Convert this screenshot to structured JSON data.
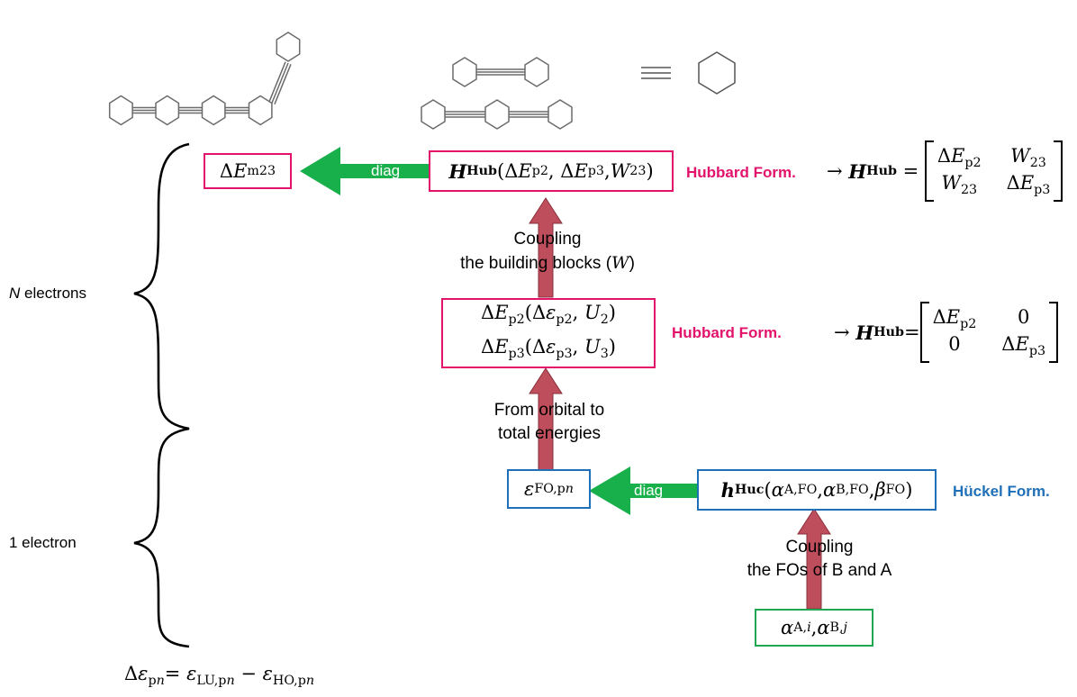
{
  "colors": {
    "pink": "#e3126b",
    "blue": "#1f70b8",
    "green": "#21a651",
    "arrow_green": "#18b04a",
    "arrow_red": "#bf4e5c"
  },
  "labels": {
    "n_electrons_prefix": "N",
    "n_electrons_text": " electrons",
    "one_electron": "1 electron",
    "diag_top": "diag",
    "diag_bottom": "diag",
    "coupling_blocks_line1": "Coupling",
    "coupling_blocks_line2": "the building blocks (",
    "coupling_blocks_var": "W",
    "coupling_blocks_close": ")",
    "orbital_line1": "From orbital to",
    "orbital_line2": "total energies",
    "coupling_fos_line1": "Coupling",
    "coupling_fos_line2": "the FOs of B and A",
    "hubbard_form_top": "Hubbard Form.",
    "hubbard_form_mid": "Hubbard Form.",
    "huckel_form": "Hückel Form."
  },
  "matrices": {
    "top": [
      "ΔEp2",
      "W23",
      "W23",
      "ΔEp3"
    ],
    "middle": [
      "ΔEp2",
      "0",
      "0",
      "ΔEp3"
    ]
  },
  "icons": [
    "molecule-structures",
    "triple-bond-equals-icon",
    "benzene-ring-icon",
    "curly-brace-icon",
    "arrow-icon"
  ]
}
